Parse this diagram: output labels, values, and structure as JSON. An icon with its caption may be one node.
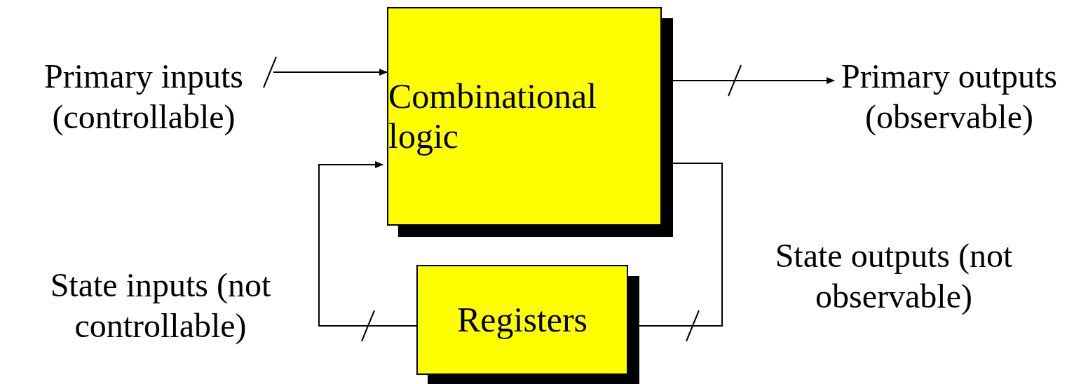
{
  "diagram": {
    "nodes": [
      {
        "text": [
          "Primary inputs (controllable)"
        ]
      },
      {
        "text": [
          "Combinational logic"
        ]
      },
      {
        "text": [
          "Primary outputs (observable)"
        ]
      },
      {
        "text": [
          "Registers"
        ]
      }
    ],
    "edges": [
      {
        "from": 0,
        "to": 1,
        "arrow": "to"
      },
      {
        "from": 1,
        "to": 2,
        "arrow": "to"
      },
      {
        "from": 1,
        "to": 3,
        "arrow": "none"
      },
      {
        "from": 3,
        "to": 1,
        "arrow": "to"
      }
    ],
    "labels": [
      "State inputs (not controllable)",
      "State outputs (not observable)"
    ]
  }
}
